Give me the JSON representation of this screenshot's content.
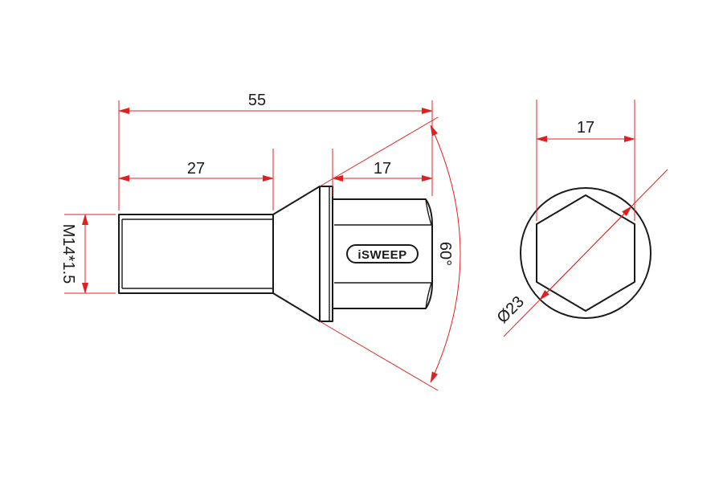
{
  "dimensions": {
    "total_length": "55",
    "thread_length": "27",
    "hex_length": "17",
    "thread_size": "M14*1.5",
    "seat_angle": "60°",
    "hex_width": "17",
    "diameter": "Ø23"
  },
  "logo": {
    "text": "iSWEEP"
  },
  "colors": {
    "dimension_lines": "#e02020",
    "outline": "#1a1a1a",
    "background": "#ffffff"
  }
}
